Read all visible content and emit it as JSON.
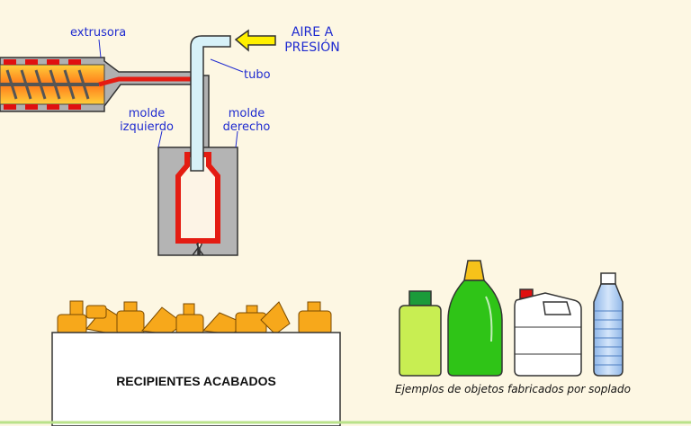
{
  "labels": {
    "extruder": "extrusora",
    "air_line1": "AIRE A",
    "air_line2": "PRESIÓN",
    "tube": "tubo",
    "left_mold_line1": "molde",
    "left_mold_line2": "izquierdo",
    "right_mold_line1": "molde",
    "right_mold_line2": "derecho",
    "finished_containers": "RECIPIENTES ACABADOS",
    "examples_caption": "Ejemplos de objetos fabricados por soplado"
  },
  "colors": {
    "background": "#fdf7e3",
    "label_text": "#1f2bd0",
    "molten_plastic": "#e41c12",
    "extruder_hot": "#ff8a2a",
    "mold_gray": "#b4b4b4",
    "tube_blue": "#d7f1f8",
    "air_arrow": "#fff000",
    "containers_orange": "#f7a81b",
    "ground_line": "#b9e28a"
  },
  "icons": {
    "air_arrow": "arrow-left-icon",
    "extruder": "screw-extruder-icon",
    "bottles": [
      "green-bottle-icon",
      "detergent-bottle-icon",
      "jerrycan-icon",
      "water-bottle-icon"
    ]
  }
}
